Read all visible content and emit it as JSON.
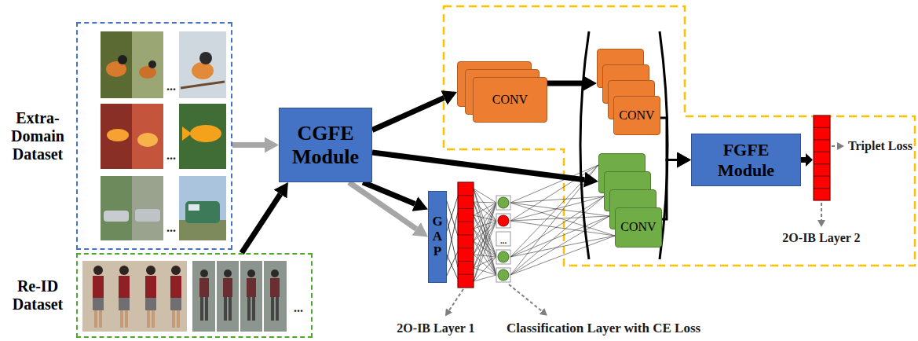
{
  "diagram": {
    "nodes": [
      {
        "text": [
          "Extra-Domain Dataset"
        ]
      },
      {
        "text": [
          "Re-ID Dataset"
        ]
      },
      {
        "text": [
          "CGFE Module"
        ]
      },
      {
        "text": [
          "CONV"
        ]
      },
      {
        "text": [
          "GAP"
        ]
      },
      {
        "text": [
          "CONV"
        ]
      },
      {
        "text": [
          "CONV"
        ]
      },
      {
        "text": [
          "FGFE Module"
        ]
      }
    ],
    "edges": [
      {
        "from": 0,
        "to": 2,
        "arrow": "to"
      },
      {
        "from": 1,
        "to": 2,
        "arrow": "to"
      },
      {
        "from": 2,
        "to": 3,
        "arrow": "to"
      },
      {
        "from": 2,
        "to": 6,
        "arrow": "to"
      },
      {
        "from": 2,
        "to": 4,
        "arrow": "to"
      },
      {
        "from": 2,
        "to": 4,
        "arrow": "to"
      },
      {
        "from": 3,
        "to": 5,
        "arrow": "to"
      },
      {
        "from": 5,
        "to": 7,
        "arrow": "to"
      },
      {
        "from": 6,
        "to": 7,
        "arrow": "to"
      }
    ],
    "labels": [
      "...",
      "...",
      "...",
      "...",
      "...",
      "2O-IB Layer 1",
      "Classification Layer with CE Loss",
      "Triplet Loss",
      "2O-IB Layer 2"
    ]
  }
}
